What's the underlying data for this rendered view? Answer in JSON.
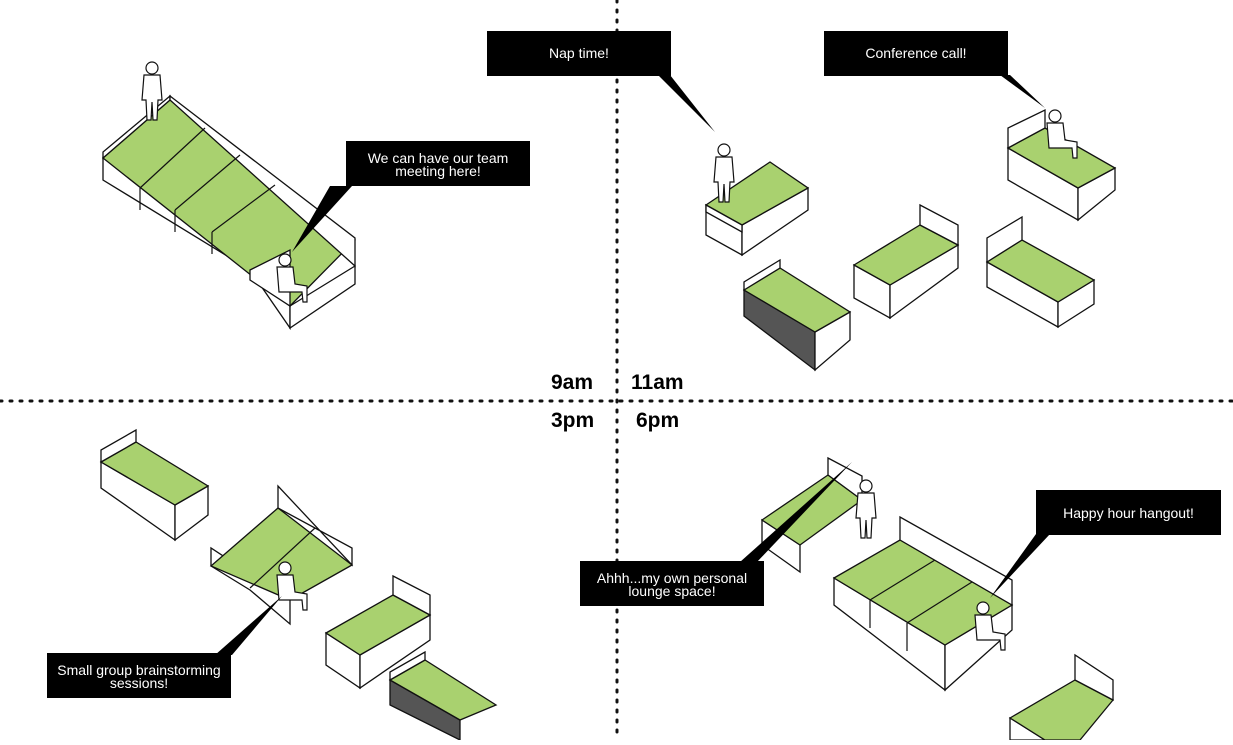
{
  "colors": {
    "cushion": "#a9d16f",
    "frame": "#ffffff",
    "stroke": "#111111",
    "bubble": "#000000",
    "bubble_text": "#ffffff",
    "divider": "#111111"
  },
  "time_labels": {
    "q1": "9am",
    "q2": "11am",
    "q3": "3pm",
    "q4": "6pm"
  },
  "bubbles": {
    "team_meeting": "We can have our team meeting here!",
    "nap": "Nap time!",
    "conference": "Conference call!",
    "brainstorm": "Small group brainstorming sessions!",
    "lounge": "Ahhh...my own personal lounge space!",
    "happy_hour": "Happy hour hangout!"
  },
  "icons": {
    "person": "person-silhouette-icon",
    "sofa": "modular-sofa-icon"
  }
}
